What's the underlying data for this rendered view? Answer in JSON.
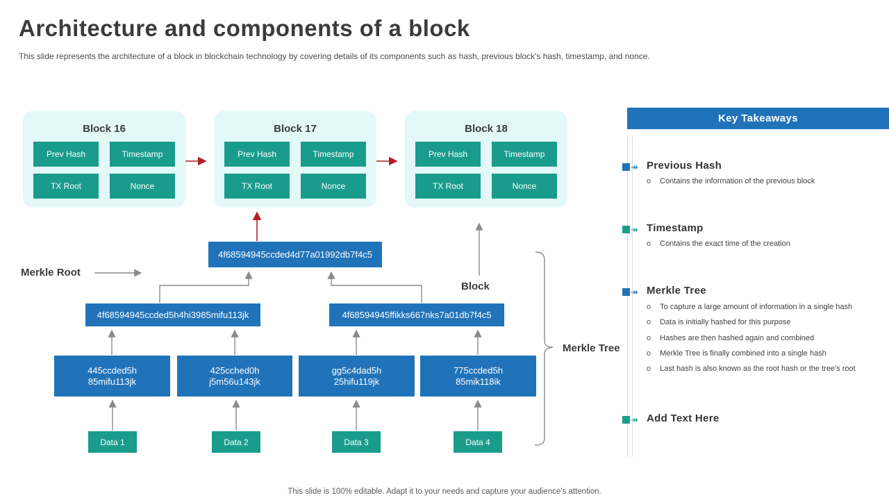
{
  "slide": {
    "title": "Architecture and components of a block",
    "subtitle": "This slide represents the architecture of a block in blockchain technology by covering details of its components such as hash, previous block's hash, timestamp, and nonce.",
    "footer": "This slide is 100% editable. Adapt it to your needs and capture your audience's attention."
  },
  "colors": {
    "teal": "#1a9c8c",
    "blue": "#2173b9",
    "light_cyan": "#e3f9f7",
    "red_arrow": "#b41f24",
    "gray_line": "#8a8a8a"
  },
  "blocks": [
    {
      "title": "Block 16",
      "cells": [
        "Prev Hash",
        "Timestamp",
        "TX Root",
        "Nonce"
      ]
    },
    {
      "title": "Block 17",
      "cells": [
        "Prev Hash",
        "Timestamp",
        "TX Root",
        "Nonce"
      ]
    },
    {
      "title": "Block 18",
      "cells": [
        "Prev Hash",
        "Timestamp",
        "TX Root",
        "Nonce"
      ]
    }
  ],
  "merkle": {
    "root_label": "Merkle Root",
    "block_label": "Block",
    "tree_label": "Merkle Tree",
    "root_hash": "4f68594945ccded4d77a01992db7f4c5",
    "branch_hashes": [
      "4f68594945ccded5h4hi3985mifu113jk",
      "4f68594945ffikks667nks7a01db7f4c5"
    ],
    "leaf_hashes": [
      [
        "445ccded5h",
        "85mifu113jk"
      ],
      [
        "425cched0h",
        "j5m56u143jk"
      ],
      [
        "gg5c4dad5h",
        "25hifu119jk"
      ],
      [
        "775ccded5h",
        "85mik118ik"
      ]
    ],
    "data_labels": [
      "Data 1",
      "Data 2",
      "Data 3",
      "Data 4"
    ]
  },
  "key_takeaways": {
    "title": "Key Takeaways",
    "items": [
      {
        "heading": "Previous Hash",
        "bullets": [
          "Contains the information of the previous block"
        ]
      },
      {
        "heading": "Timestamp",
        "bullets": [
          "Contains the exact time of the creation"
        ]
      },
      {
        "heading": "Merkle Tree",
        "bullets": [
          "To capture a large amount of information in a single hash",
          "Data is initially hashed for this purpose",
          "Hashes are then hashed again and combined",
          "Merkle Tree is finally combined into a single hash",
          "Last hash is also known as the root hash or the tree's root"
        ]
      },
      {
        "heading": "Add Text Here",
        "bullets": []
      }
    ]
  }
}
